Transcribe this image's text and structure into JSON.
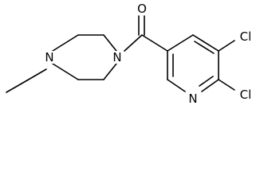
{
  "structure": {
    "atoms": [
      {
        "id": "N1",
        "label": "N"
      },
      {
        "id": "N2",
        "label": "N"
      },
      {
        "id": "O",
        "label": "O"
      },
      {
        "id": "Npy",
        "label": "N"
      },
      {
        "id": "Cl1",
        "label": "Cl"
      },
      {
        "id": "Cl2",
        "label": "Cl"
      }
    ]
  }
}
